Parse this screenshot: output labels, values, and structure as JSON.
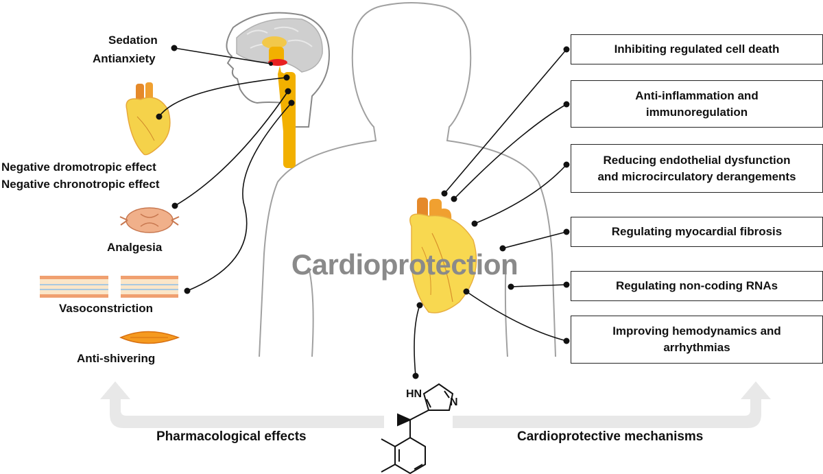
{
  "center_title": "Cardioprotection",
  "effects": {
    "sedation": "Sedation",
    "antianxiety": "Antianxiety",
    "dromotropic": "Negative dromotropic effect",
    "chronotropic": "Negative chronotropic effect",
    "analgesia": "Analgesia",
    "vasoconstriction": "Vasoconstriction",
    "antishivering": "Anti-shivering"
  },
  "mechanisms": [
    {
      "line1": "Inhibiting regulated cell death",
      "line2": ""
    },
    {
      "line1": "Anti-inflammation and",
      "line2": "immunoregulation"
    },
    {
      "line1": "Reducing endothelial dysfunction",
      "line2": "and microcirculatory derangements"
    },
    {
      "line1": "Regulating myocardial fibrosis",
      "line2": ""
    },
    {
      "line1": "Regulating non-coding RNAs",
      "line2": ""
    },
    {
      "line1": "Improving hemodynamics and",
      "line2": "arrhythmias"
    }
  ],
  "bottom": {
    "left": "Pharmacological effects",
    "right": "Cardioprotective mechanisms"
  },
  "molecule": {
    "nh": "HN",
    "n": "N"
  },
  "colors": {
    "outline": "#999999",
    "brain": "#cfcfcf",
    "spine": "#f2b000",
    "heart": "#f5c842",
    "arrow": "#e6e6e6",
    "title": "#8a8a8a"
  }
}
